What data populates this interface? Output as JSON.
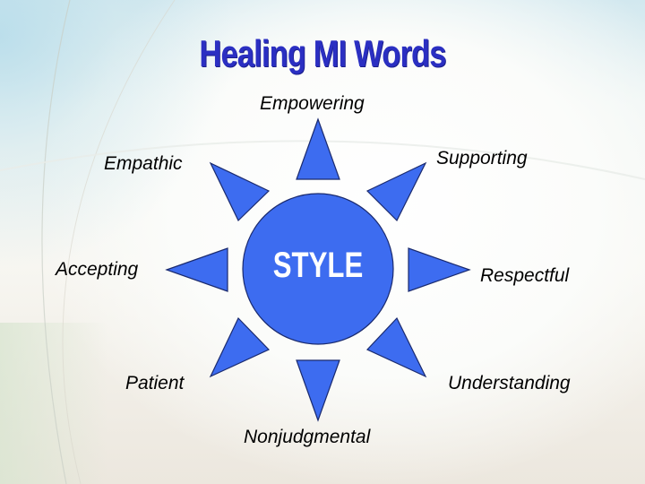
{
  "slide": {
    "title": "Healing MI Words",
    "center": "STYLE",
    "colors": {
      "title": "#2b2fc2",
      "shape_fill": "#3d6cf0",
      "shape_stroke": "#1a2a6e",
      "center_text": "#ffffff",
      "label_text": "#000000"
    },
    "words": {
      "top": "Empowering",
      "top_right": "Supporting",
      "right": "Respectful",
      "bottom_right": "Understanding",
      "bottom": "Nonjudgmental",
      "bottom_left": "Patient",
      "left": "Accepting",
      "top_left": "Empathic"
    }
  }
}
